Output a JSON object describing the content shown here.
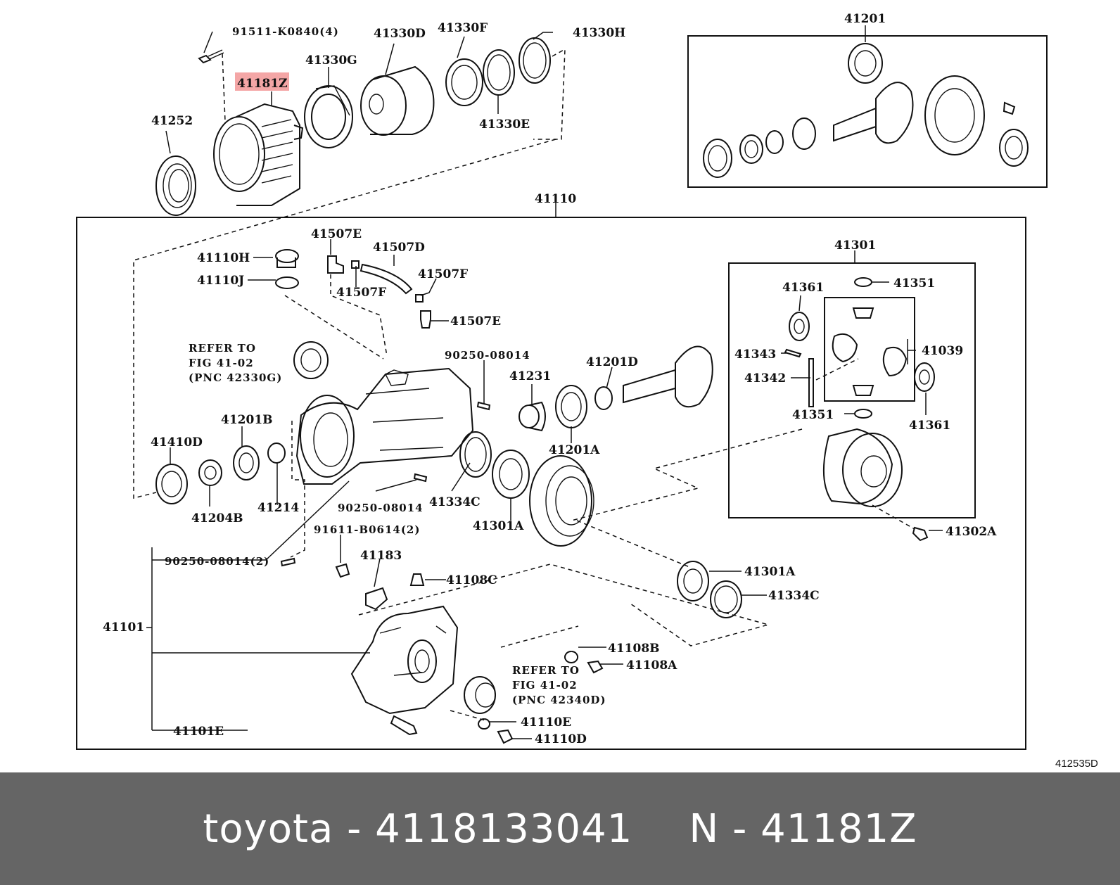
{
  "labels": {
    "p91511": "91511-K0840(4)",
    "p41181Z": "41181Z",
    "p41330D": "41330D",
    "p41330F": "41330F",
    "p41330H": "41330H",
    "p41330G": "41330G",
    "p41330E": "41330E",
    "p41252": "41252",
    "p41201": "41201",
    "p41110": "41110",
    "p41507E_top": "41507E",
    "p41507D": "41507D",
    "p41507F_r": "41507F",
    "p41507F_l": "41507F",
    "p41507E_low": "41507E",
    "p41110H": "41110H",
    "p41110J": "41110J",
    "p41301": "41301",
    "p41361_t": "41361",
    "p41351_t": "41351",
    "p41039": "41039",
    "p41343": "41343",
    "p41342": "41342",
    "p41351_b": "41351",
    "p41361_b": "41361",
    "p90250_a": "90250-08014",
    "p41201D": "41201D",
    "p41231": "41231",
    "p41201A_a": "41201A",
    "p41201B": "41201B",
    "p41410D": "41410D",
    "p41204B": "41204B",
    "p41214": "41214",
    "p90250_b": "90250-08014",
    "p41334C_a": "41334C",
    "p41301A_a": "41301A",
    "p91611": "91611-B0614(2)",
    "p41183": "41183",
    "p41108C": "41108C",
    "p90250_c": "90250-08014(2)",
    "p41101": "41101",
    "p41302A": "41302A",
    "p41301A_b": "41301A",
    "p41334C_b": "41334C",
    "p41108B": "41108B",
    "p41108A": "41108A",
    "p41101E": "41101E",
    "p41110E": "41110E",
    "p41110D": "41110D",
    "diagram_code": "412535D"
  },
  "notes": {
    "refer1_l1": "REFER TO",
    "refer1_l2": "FIG 41-02",
    "refer1_l3": "(PNC 42330G)",
    "refer2_l1": "REFER TO",
    "refer2_l2": "FIG 41-02",
    "refer2_l3": "(PNC 42340D)"
  },
  "highlight": {
    "part": "41181Z",
    "color": "#f4a6a6"
  },
  "footer": {
    "brand_part": "toyota - 4118133041",
    "pnc": "N - 41181Z"
  },
  "colors": {
    "footer_bg": "#656565",
    "footer_text": "#ffffff",
    "line": "#111111"
  }
}
